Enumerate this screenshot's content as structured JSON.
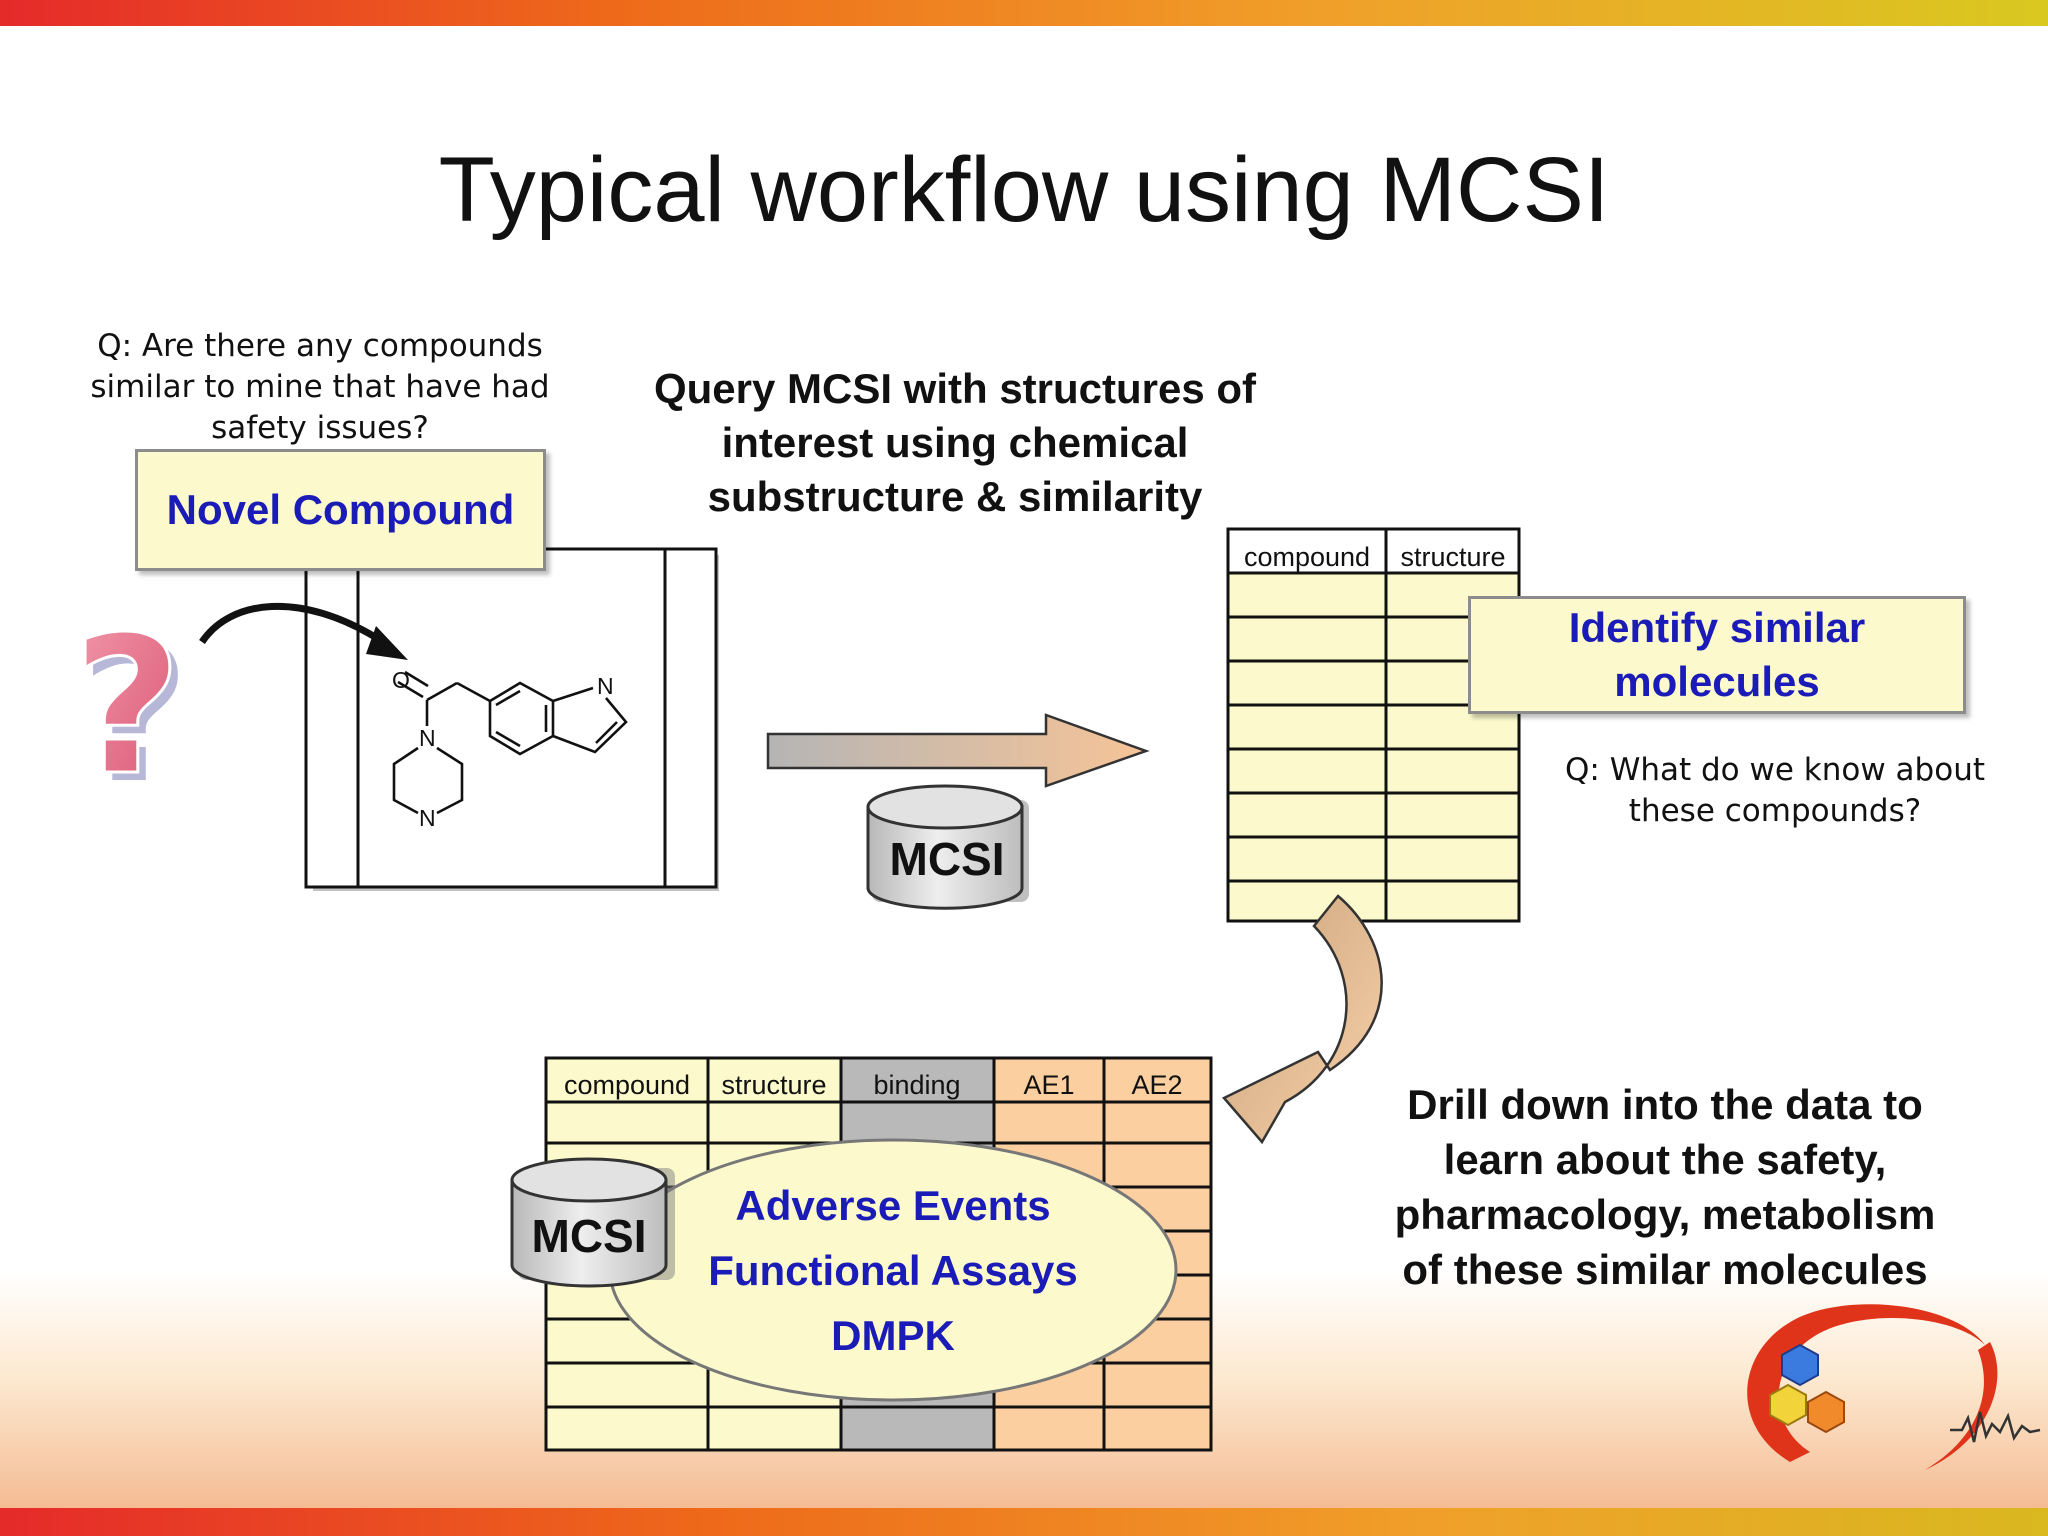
{
  "slide": {
    "title": "Typical workflow using MCSI"
  },
  "question1": [
    "Q: Are there any compounds",
    "similar to mine that have had",
    "safety issues?"
  ],
  "novel_compound_label": "Novel Compound",
  "query_text": [
    "Query MCSI with structures of",
    "interest using chemical",
    "substructure & similarity"
  ],
  "molecule_atoms": {
    "oxygen": "O",
    "nitrogen": "N"
  },
  "database_label": "MCSI",
  "results_table": {
    "headers": [
      "compound",
      "structure"
    ],
    "empty_rows": 8
  },
  "identify_label": [
    "Identify similar",
    "molecules"
  ],
  "question2": [
    "Q: What do we know about",
    "these compounds?"
  ],
  "data_table": {
    "headers": [
      "compound",
      "structure",
      "binding",
      "AE1",
      "AE2"
    ],
    "empty_rows": 8
  },
  "ellipse_items": [
    "Adverse Events",
    "Functional Assays",
    "DMPK"
  ],
  "drilldown_text": [
    "Drill down into the data to",
    "learn about the safety,",
    "pharmacology, metabolism",
    "of these similar molecules"
  ],
  "colors": {
    "accent_blue": "#1b1bb8",
    "callout_fill": "#fcfacc",
    "binding_col": "#b9b9b9",
    "ae_col": "#fbcfa0",
    "question_mark": "#e9778e"
  }
}
